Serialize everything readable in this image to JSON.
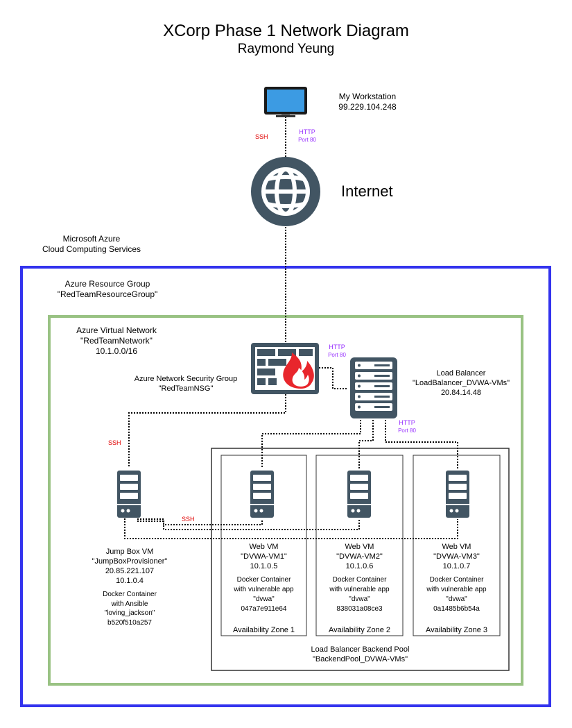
{
  "title": "XCorp Phase 1 Network Diagram",
  "author": "Raymond Yeung",
  "workstation": {
    "label": "My Workstation",
    "ip": "99.229.104.248",
    "icon": "monitor-icon"
  },
  "internet": {
    "label": "Internet",
    "icon": "globe-icon"
  },
  "labels": {
    "ssh": "SSH",
    "http": "HTTP",
    "port80": "Port 80"
  },
  "azure": {
    "line1": "Microsoft Azure",
    "line2": "Cloud Computing Services",
    "border_color": "#3333ee"
  },
  "resource_group": {
    "line1": "Azure Resource Group",
    "line2": "\"RedTeamResourceGroup\""
  },
  "vnet": {
    "line1": "Azure Virtual Network",
    "line2": "\"RedTeamNetwork\"",
    "line3": "10.1.0.0/16",
    "border_color": "#99c283"
  },
  "nsg": {
    "line1": "Azure Network Security Group",
    "line2": "\"RedTeamNSG\"",
    "icon": "firewall-icon"
  },
  "load_balancer": {
    "line1": "Load Balancer",
    "line2": "\"LoadBalancer_DVWA-VMs\"",
    "line3": "20.84.14.48",
    "icon": "server-rack-icon"
  },
  "jumpbox": {
    "line1": "Jump Box VM",
    "line2": "\"JumpBoxProvisioner\"",
    "line3": "20.85.221.107",
    "line4": "10.1.0.4",
    "container": [
      "Docker Container",
      "with Ansible",
      "\"loving_jackson\"",
      "b520f510a257"
    ]
  },
  "web_vms": [
    {
      "title": "Web VM",
      "name": "\"DVWA-VM1\"",
      "ip": "10.1.0.5",
      "container": [
        "Docker Container",
        "with vulnerable app",
        "\"dvwa\"",
        "047a7e911e64"
      ],
      "zone": "Availability Zone 1"
    },
    {
      "title": "Web VM",
      "name": "\"DVWA-VM2\"",
      "ip": "10.1.0.6",
      "container": [
        "Docker Container",
        "with vulnerable app",
        "\"dvwa\"",
        "838031a08ce3"
      ],
      "zone": "Availability Zone 2"
    },
    {
      "title": "Web VM",
      "name": "\"DVWA-VM3\"",
      "ip": "10.1.0.7",
      "container": [
        "Docker Container",
        "with vulnerable app",
        "\"dvwa\"",
        "0a1485b6b54a"
      ],
      "zone": "Availability Zone 3"
    }
  ],
  "backend_pool": {
    "line1": "Load Balancer Backend Pool",
    "line2": "\"BackendPool_DVWA-VMs\""
  },
  "colors": {
    "icon": "#425563",
    "ssh": "#e00000",
    "http": "#9933ff",
    "monitor_screen": "#3c9be3",
    "firewall_red": "#e8262c"
  }
}
